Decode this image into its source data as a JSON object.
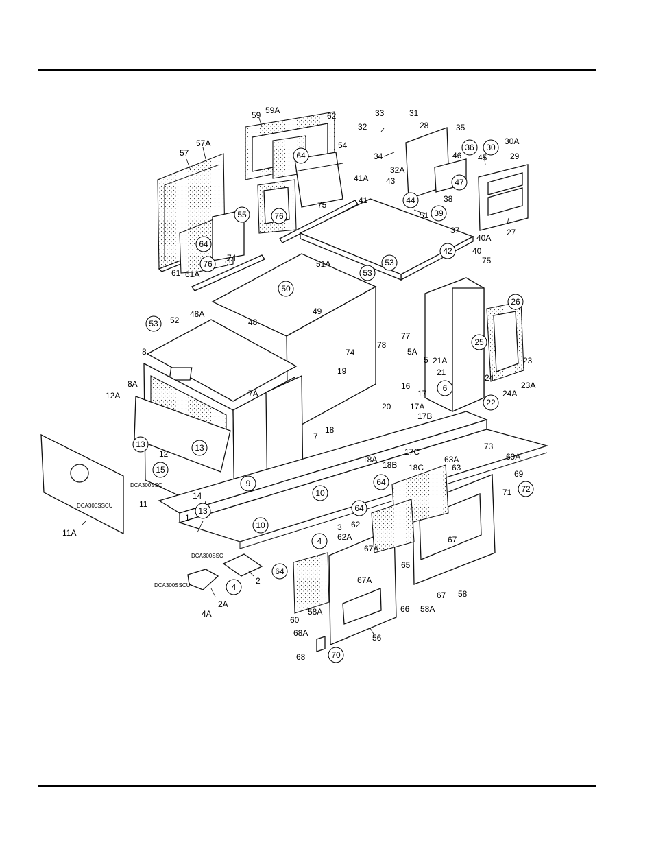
{
  "labels": {
    "c_64a": "64",
    "c_55": "55",
    "c_76a": "76",
    "c_64b": "64",
    "c_76b": "76",
    "c_36": "36",
    "c_30": "30",
    "c_47": "47",
    "c_44": "44",
    "c_39": "39",
    "c_42": "42",
    "c_53a": "53",
    "c_53b": "53",
    "c_50": "50",
    "c_53c": "53",
    "c_26": "26",
    "c_25": "25",
    "c_6": "6",
    "c_22": "22",
    "c_13a": "13",
    "c_13b": "13",
    "c_15": "15",
    "c_13c": "13",
    "c_9": "9",
    "c_10a": "10",
    "c_10b": "10",
    "c_4a": "4",
    "c_64c": "64",
    "c_64d": "64",
    "c_72": "72",
    "c_64e": "64",
    "c_4b": "4",
    "c_70": "70",
    "t_59": "59",
    "t_59A": "59A",
    "t_62a": "62",
    "t_54": "54",
    "t_57": "57",
    "t_57A": "57A",
    "t_75a": "75",
    "t_61": "61",
    "t_61A": "61A",
    "t_74a": "74",
    "t_33": "33",
    "t_31": "31",
    "t_32": "32",
    "t_28": "28",
    "t_35": "35",
    "t_34": "34",
    "t_32A": "32A",
    "t_46": "46",
    "t_30A": "30A",
    "t_29": "29",
    "t_45": "45",
    "t_41A": "41A",
    "t_43": "43",
    "t_41": "41",
    "t_38": "38",
    "t_51": "51",
    "t_37": "37",
    "t_40A": "40A",
    "t_27": "27",
    "t_40": "40",
    "t_51A": "51A",
    "t_75b": "75",
    "t_49": "49",
    "t_48A": "48A",
    "t_48": "48",
    "t_52": "52",
    "t_8": "8",
    "t_74b": "74",
    "t_78": "78",
    "t_77": "77",
    "t_5A": "5A",
    "t_5": "5",
    "t_21A": "21A",
    "t_21": "21",
    "t_23": "23",
    "t_24": "24",
    "t_23A": "23A",
    "t_24A": "24A",
    "t_19": "19",
    "t_16": "16",
    "t_17": "17",
    "t_20": "20",
    "t_17A": "17A",
    "t_17B": "17B",
    "t_8A": "8A",
    "t_7A": "7A",
    "t_12A": "12A",
    "t_7": "7",
    "t_18": "18",
    "t_17C": "17C",
    "t_12": "12",
    "t_18A": "18A",
    "t_18B": "18B",
    "t_18C": "18C",
    "t_73": "73",
    "t_69A": "69A",
    "t_63A": "63A",
    "t_63": "63",
    "t_69": "69",
    "t_71": "71",
    "t_14": "14",
    "t_11": "11",
    "t_11A": "11A",
    "t_1": "1",
    "t_3": "3",
    "t_62b": "62",
    "t_62A": "62A",
    "t_67A_a": "67A",
    "t_67a": "67",
    "t_65": "65",
    "t_2": "2",
    "t_67A_b": "67A",
    "t_67b": "67",
    "t_58": "58",
    "t_2A": "2A",
    "t_4A": "4A",
    "t_60": "60",
    "t_58A_a": "58A",
    "t_66": "66",
    "t_58A_b": "58A",
    "t_56": "56",
    "t_68A": "68A",
    "t_68": "68",
    "m_dca300sscu_a": "DCA300SSCU",
    "m_dca300ssc_a": "DCA300SSC",
    "m_dca300ssc_b": "DCA300SSC",
    "m_dca300sscu_b": "DCA300SSCU"
  }
}
